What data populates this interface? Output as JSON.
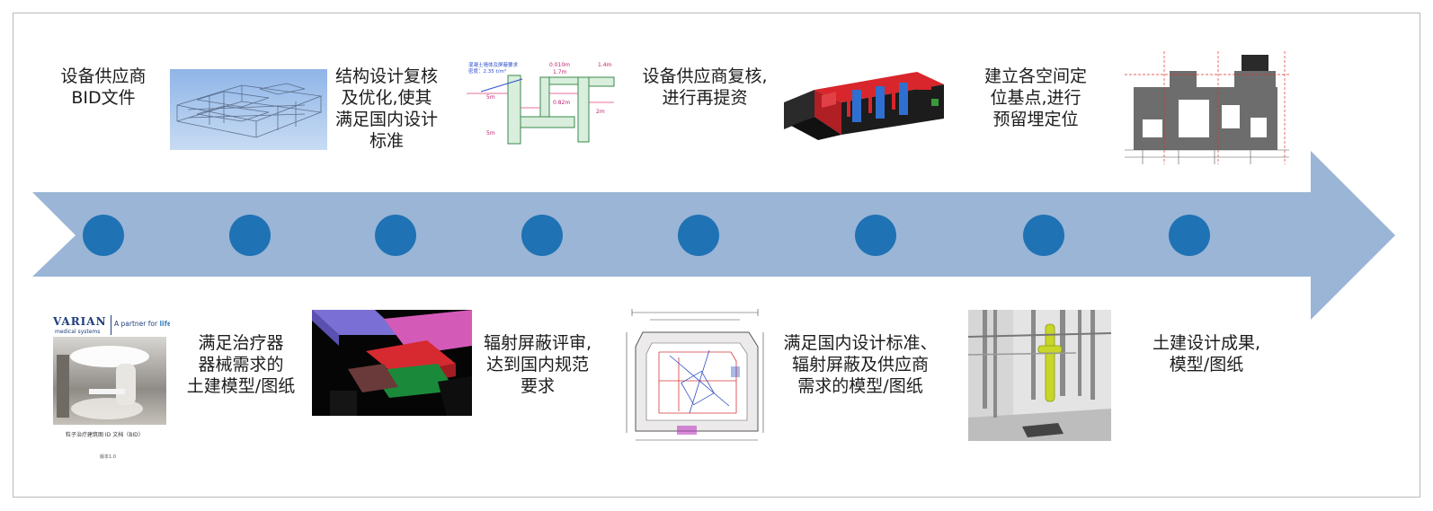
{
  "timeline": {
    "top_steps": [
      {
        "text": "设备供应商\nBID文件"
      },
      {
        "text": "结构设计复核\n及优化,使其\n满足国内设计\n标准"
      },
      {
        "text": "设备供应商复核,\n进行再提资"
      },
      {
        "text": "建立各空间定\n位基点,进行\n预留埋定位"
      }
    ],
    "bottom_steps": [
      {
        "text": "满足治疗器\n器械需求的\n土建模型/图纸"
      },
      {
        "text": "辐射屏蔽评审,\n达到国内规范\n要求"
      },
      {
        "text": "满足国内设计标准、\n辐射屏蔽及供应商\n需求的模型/图纸"
      },
      {
        "text": "土建设计成果,\n模型/图纸"
      }
    ],
    "node_count": 8
  },
  "images": {
    "varian_logo": "VARIAN",
    "varian_sub": "medical systems",
    "varian_tagline_a": "A partner for",
    "varian_tagline_b": "life",
    "varian_doc_title": "粒子治疗建筑图 ID 文档（BID）",
    "varian_doc_ver": "版本1.0"
  },
  "colors": {
    "arrow": "#9ab5d6",
    "node": "#1f72b4",
    "frame": "#b9b9b9"
  }
}
